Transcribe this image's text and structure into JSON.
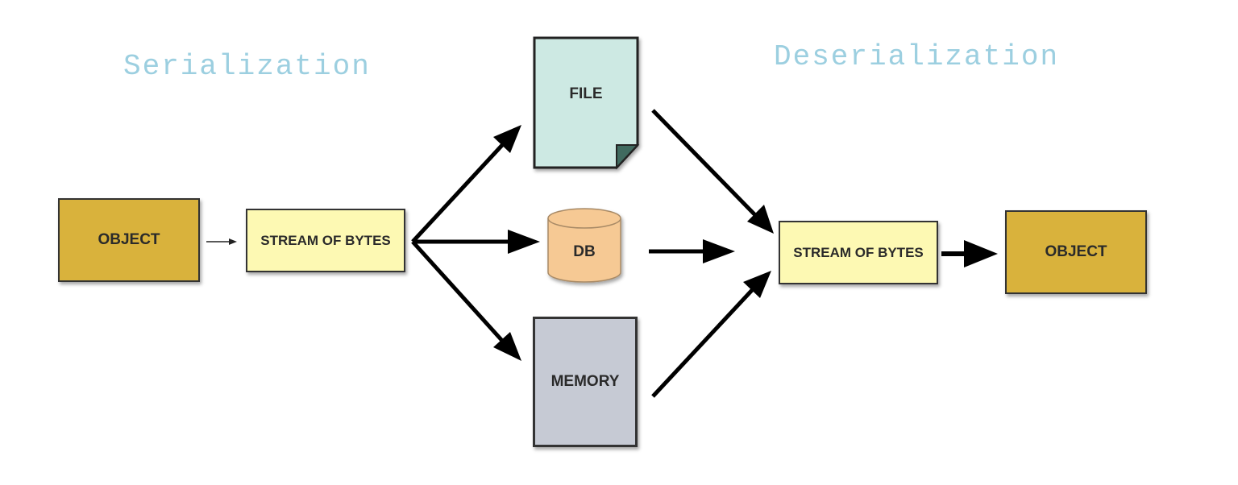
{
  "titles": {
    "serialization": "Serialization",
    "deserialization": "Deserialization"
  },
  "nodes": {
    "source_object": "OBJECT",
    "source_stream": "STREAM OF BYTES",
    "file": "FILE",
    "db": "DB",
    "memory": "MEMORY",
    "target_stream": "STREAM OF BYTES",
    "target_object": "OBJECT"
  },
  "colors": {
    "object": "#d9b23c",
    "stream": "#fdf9b3",
    "file": "#cde9e3",
    "db": "#f6c994",
    "memory": "#c6cad4",
    "title": "#9ccfe0"
  }
}
